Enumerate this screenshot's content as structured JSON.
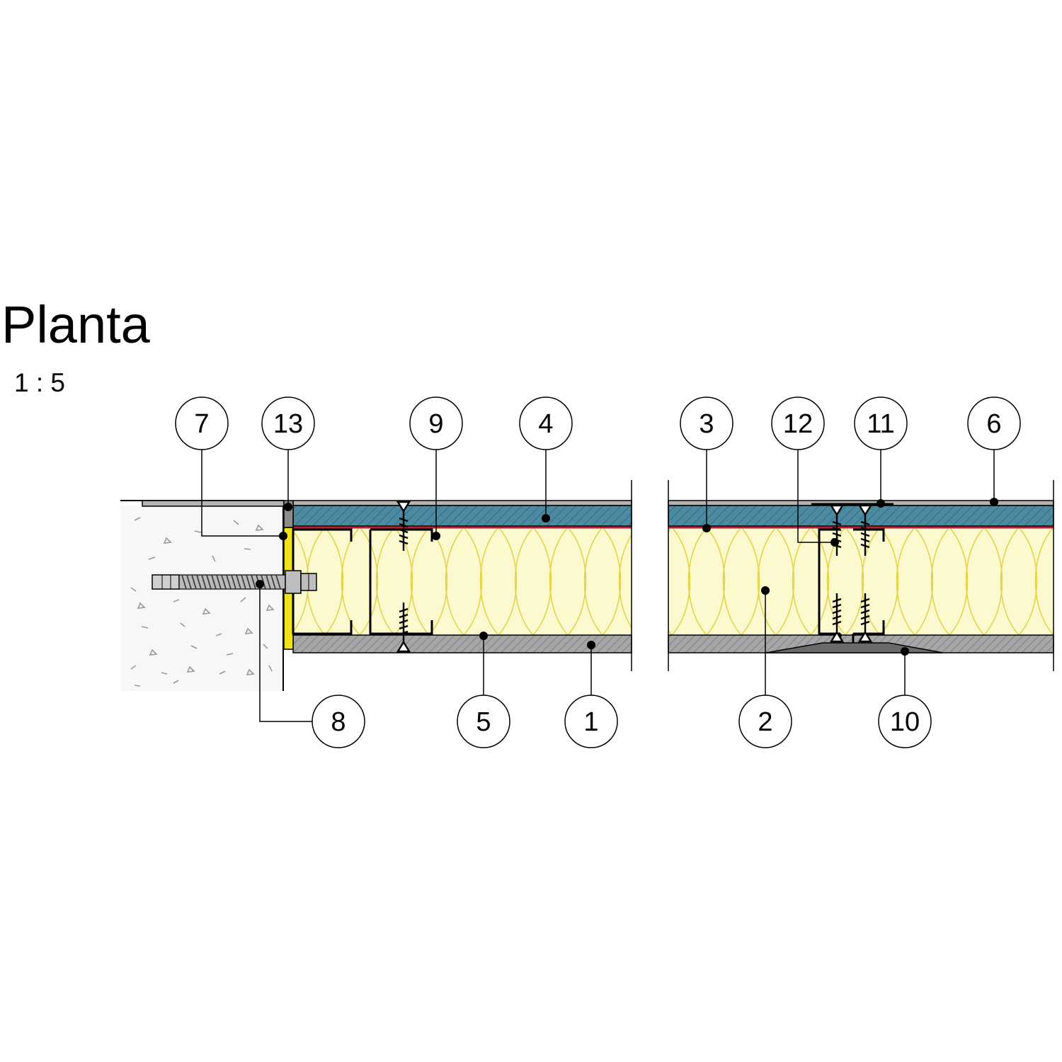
{
  "drawing": {
    "title": "Planta",
    "scale": "1 : 5"
  },
  "callouts": [
    {
      "id": "c7",
      "label": "7"
    },
    {
      "id": "c13",
      "label": "13"
    },
    {
      "id": "c9",
      "label": "9"
    },
    {
      "id": "c4",
      "label": "4"
    },
    {
      "id": "c3",
      "label": "3"
    },
    {
      "id": "c12",
      "label": "12"
    },
    {
      "id": "c11",
      "label": "11"
    },
    {
      "id": "c6",
      "label": "6"
    },
    {
      "id": "c8",
      "label": "8"
    },
    {
      "id": "c5",
      "label": "5"
    },
    {
      "id": "c1",
      "label": "1"
    },
    {
      "id": "c2",
      "label": "2"
    },
    {
      "id": "c10",
      "label": "10"
    }
  ],
  "colors": {
    "insulation_board": "#4b8aa0",
    "mineral_wool": "#fdf9cf",
    "mineral_wool_stroke": "#e3d34a",
    "gypsum_board": "#a6a6a6",
    "seal_strip": "#f2e21a",
    "vapour_membrane": "#b2222a",
    "concrete": "#f7f7f7",
    "anchor_rod": "#b9b9b9"
  }
}
